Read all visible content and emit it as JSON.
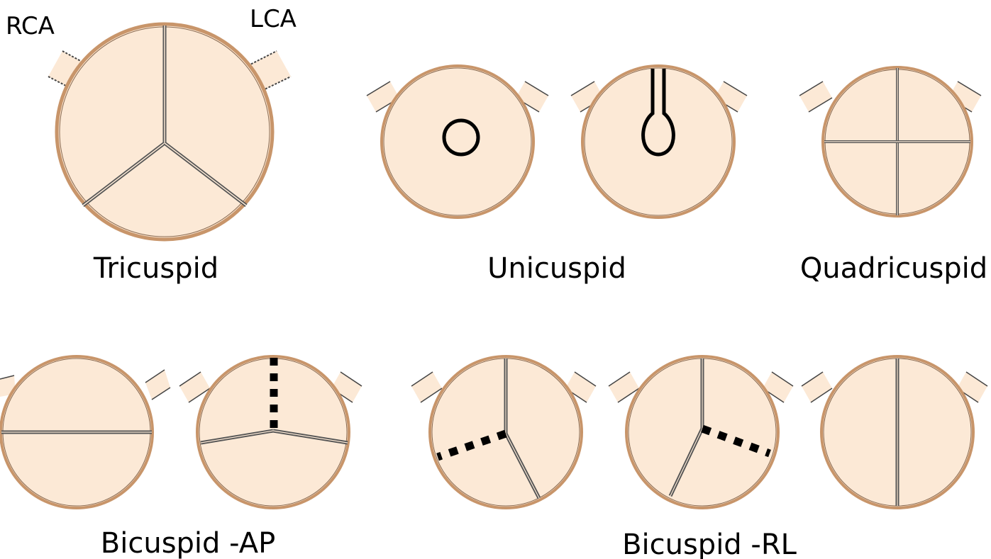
{
  "labels": {
    "rca": "RCA",
    "lca": "LCA",
    "tricuspid": "Tricuspid",
    "unicuspid": "Unicuspid",
    "quadricuspid": "Quadricuspid",
    "bicuspid_ap": "Bicuspid -AP",
    "bicuspid_rl": "Bicuspid -RL"
  },
  "colors": {
    "valve_fill": "#fce9d6",
    "valve_rim": "#c8956a",
    "commissure": "#3a3a3a",
    "raphe": "#000000",
    "label": "#000000"
  }
}
